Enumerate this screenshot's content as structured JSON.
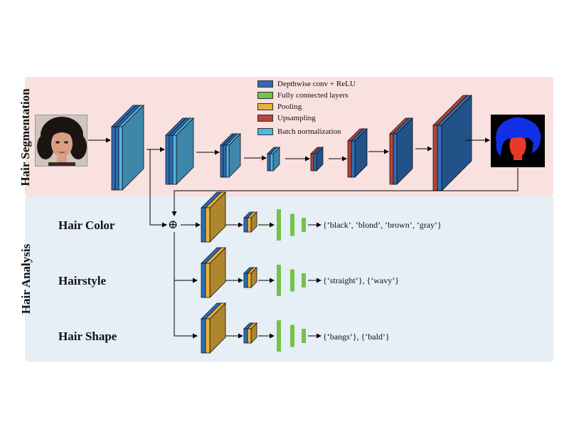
{
  "sections": {
    "segmentation": "Hair Segmentation",
    "analysis": "Hair Analysis"
  },
  "legend": [
    {
      "label": "Depthwise conv + ReLU",
      "color": "#2f6db6"
    },
    {
      "label": "Fully connected layers",
      "color": "#73c24a"
    },
    {
      "label": "Pooling",
      "color": "#e6b23c"
    },
    {
      "label": "Upsampling",
      "color": "#b5443a"
    },
    {
      "label": "Batch normalization",
      "color": "#52b4e4"
    }
  ],
  "tasks": [
    {
      "name": "Hair Color",
      "output": "{‘black’, ‘blond’, ‘brown’, ‘gray’}"
    },
    {
      "name": "Hairstyle",
      "output": "{‘straight’}, {‘wavy’}"
    },
    {
      "name": "Hair Shape",
      "output": "{‘bangs’}, {‘bald’}"
    }
  ],
  "symbols": {
    "concat": "⊕"
  },
  "colors": {
    "conv": "#2f6db6",
    "fc": "#73c24a",
    "pool": "#e6b23c",
    "upsample": "#b5443a",
    "batchnorm": "#52b4e4",
    "seg_panel_bg": "#f9e1df",
    "analysis_panel_bg": "#e6eef6",
    "mask_hair": "#1230e8",
    "mask_face": "#e8382a"
  }
}
